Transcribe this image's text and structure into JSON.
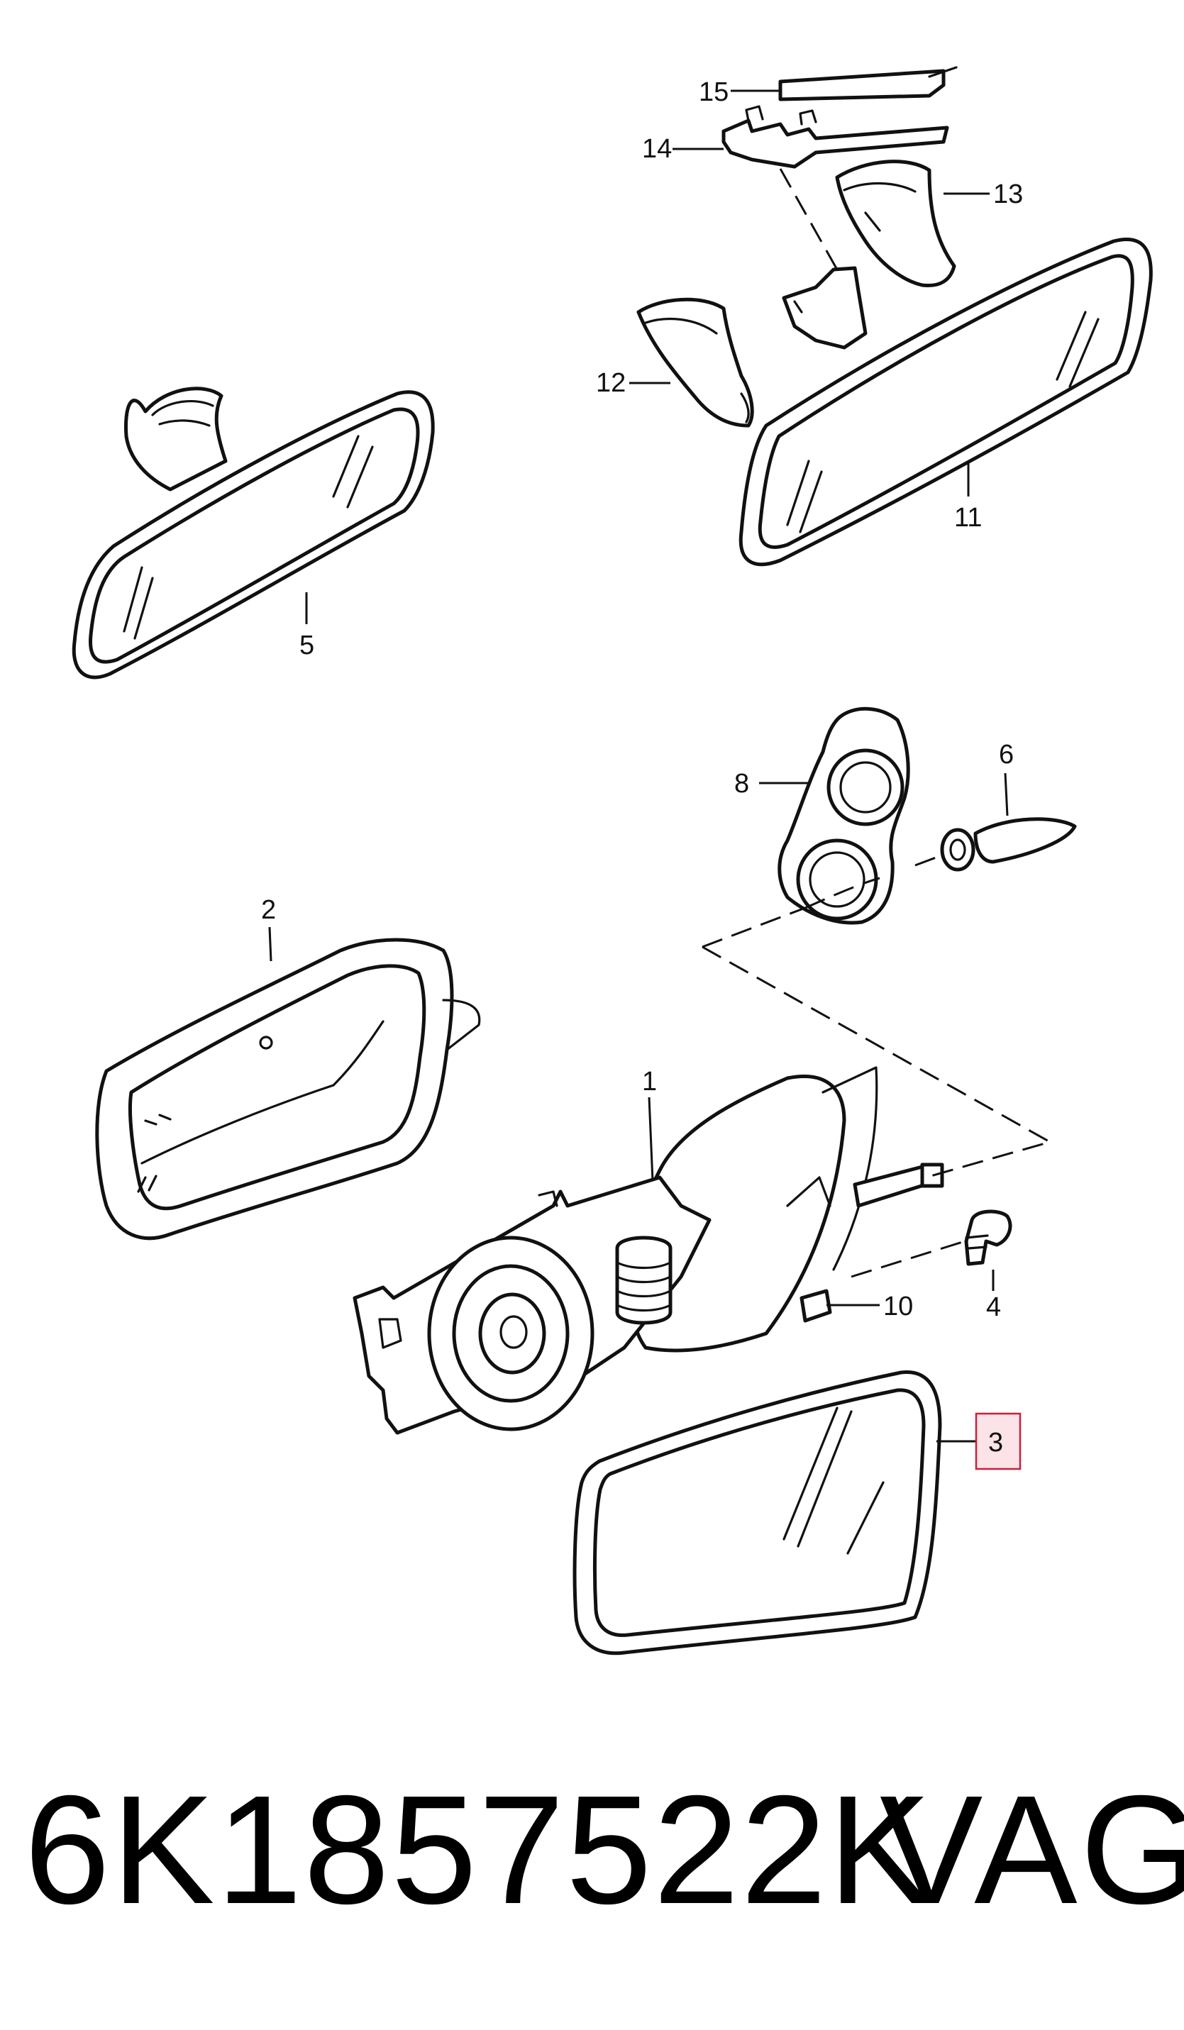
{
  "callouts": {
    "c1": "1",
    "c2": "2",
    "c3": "3",
    "c4": "4",
    "c5": "5",
    "c6": "6",
    "c8": "8",
    "c10": "10",
    "c11": "11",
    "c12": "12",
    "c13": "13",
    "c14": "14",
    "c15": "15"
  },
  "highlighted_callout": "3",
  "highlight_color": "#cc1f3a",
  "footer": {
    "part_number": "6K1857522K",
    "brand": "VAG"
  }
}
